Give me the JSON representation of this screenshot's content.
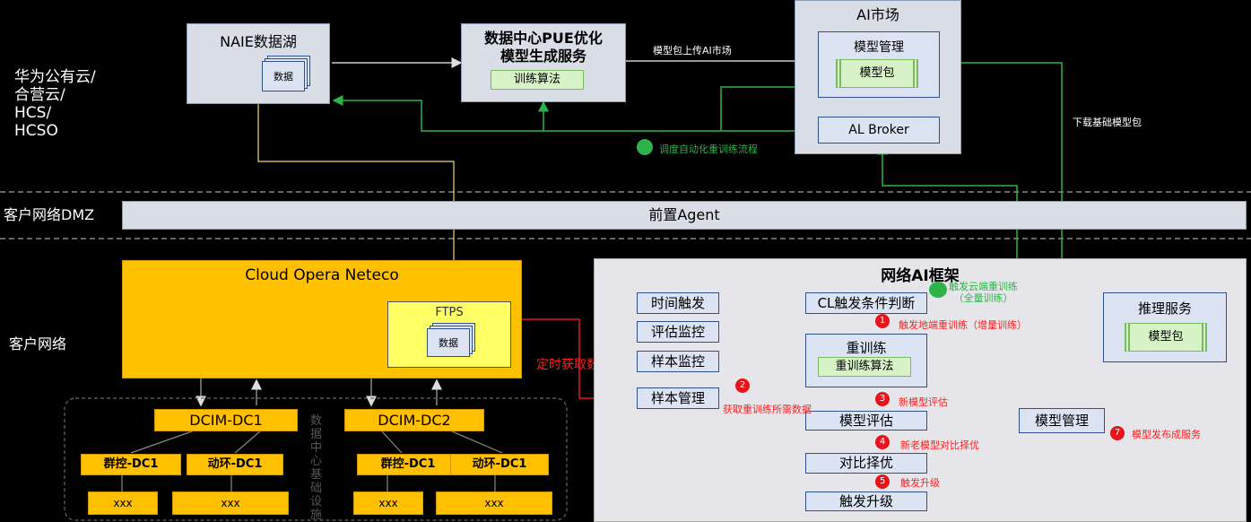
{
  "zones": {
    "cloud": "华为公有云/\n合营云/\nHCS/\nHCSO",
    "dmz": "客户网络DMZ",
    "customer": "客户网络"
  },
  "naie": {
    "title": "NAIE数据湖",
    "doc": "数据"
  },
  "pue": {
    "title_line1": "数据中心PUE优化",
    "title_line2": "模型生成服务",
    "algo": "训练算法"
  },
  "ai_market": {
    "title": "AI市场",
    "model_mgmt": "模型管理",
    "model_pkg": "模型包",
    "broker": "AL Broker"
  },
  "edges": {
    "upload": "模型包上传AI市场",
    "schedule": "调度自动化重训练流程",
    "download": "下载基础模型包",
    "fetch_data": "定时获取数据"
  },
  "agent": "前置Agent",
  "neteco": {
    "title": "Cloud Opera Neteco",
    "ftps": "FTPS",
    "doc": "数据"
  },
  "dcim": {
    "dc1": "DCIM-DC1",
    "dc2": "DCIM-DC2",
    "dc1_a": "群控-DC1",
    "dc1_b": "动环-DC1",
    "dc2_a": "群控-DC1",
    "dc2_b": "动环-DC1",
    "xxx1": "xxx",
    "xxx2": "xxx",
    "xxx3": "xxx",
    "xxx4": "xxx",
    "infra_label": "数据中心基础设施"
  },
  "framework": {
    "title": "网络AI框架",
    "time_trigger": "时间触发",
    "eval_monitor": "评估监控",
    "sample_monitor": "样本监控",
    "sample_mgmt": "样本管理",
    "cl_judge": "CL触发条件判断",
    "retrain": "重训练",
    "retrain_algo": "重训练算法",
    "model_eval": "模型评估",
    "compare": "对比择优",
    "trigger_upgrade": "触发升级",
    "model_mgmt": "模型管理",
    "inference": "推理服务",
    "inference_pkg": "模型包",
    "cloud_retrain_line1": "触发云端重训练",
    "cloud_retrain_line2": "（全量训练）",
    "step1": "触发地端重训练（增量训练）",
    "step2": "获取重训练所需数据",
    "step3": "新模型评估",
    "step4": "新老模型对比择优",
    "step5": "触发升级",
    "step7": "模型发布成服务"
  },
  "step_numbers": {
    "n1": "1",
    "n2": "2",
    "n3": "3",
    "n4": "4",
    "n5": "5",
    "n7": "7"
  }
}
